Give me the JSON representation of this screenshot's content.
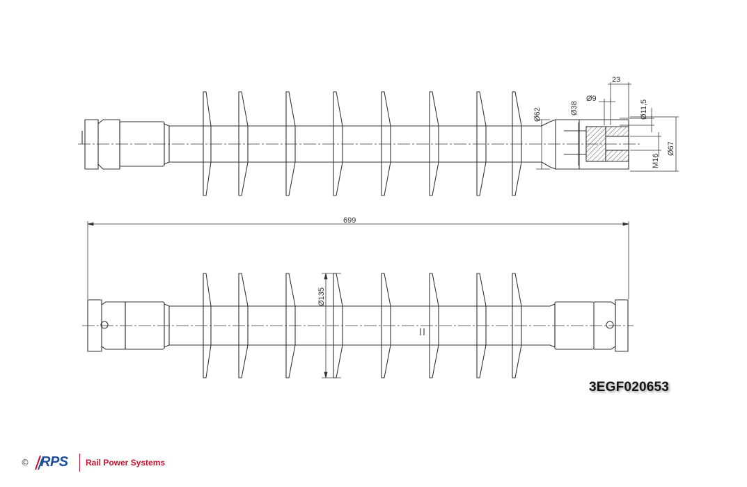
{
  "dimensions": {
    "d62": "Ø62",
    "d38": "Ø38",
    "d9": "Ø9",
    "w23": "23",
    "d11_5": "Ø11,5",
    "m16": "M16",
    "d67": "Ø67",
    "length": "699",
    "d135": "Ø135"
  },
  "part_code": "3EGF020653",
  "footer": {
    "copyright": "©",
    "logo_text": "RPS",
    "company": "Rail Power Systems"
  },
  "colors": {
    "line": "#333333",
    "brand_blue": "#1e4f9c",
    "brand_red": "#c8102e"
  }
}
